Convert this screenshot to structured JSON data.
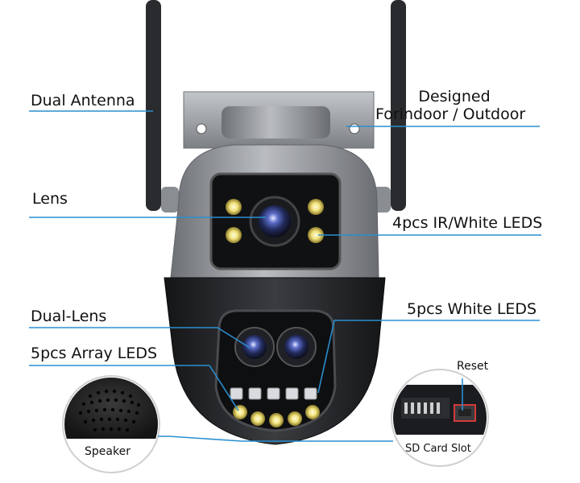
{
  "labels": {
    "dual_antenna": "Dual Antenna",
    "designed_line1": "Designed",
    "designed_line2": "Forindoor / Outdoor",
    "lens": "Lens",
    "ir_leds": "4pcs IR/White LEDS",
    "dual_lens": "Dual-Lens",
    "white_leds": "5pcs White LEDS",
    "array_leds": "5pcs Array LEDS",
    "reset": "Reset",
    "speaker": "Speaker",
    "sd_card_slot": "SD Card Slot"
  },
  "colors": {
    "leader_line": "#2a8fd0",
    "camera_silver": "#8e9196",
    "camera_black": "#1e1f22",
    "led_yellow": "#f0e27a",
    "lens_blue": "#3b4a9c"
  }
}
